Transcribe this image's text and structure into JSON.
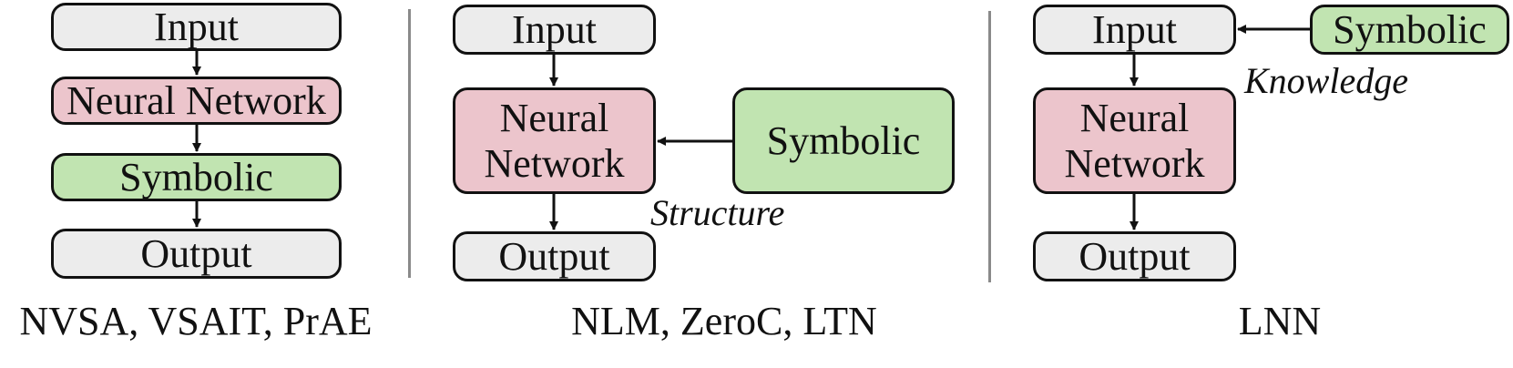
{
  "panels": [
    {
      "boxes": {
        "input": "Input",
        "neural": "Neural Network",
        "symbolic": "Symbolic",
        "output": "Output"
      },
      "caption": "NVSA, VSAIT, PrAE"
    },
    {
      "boxes": {
        "input": "Input",
        "neural_line1": "Neural",
        "neural_line2": "Network",
        "symbolic": "Symbolic",
        "output": "Output"
      },
      "edge_label": "Structure",
      "caption": "NLM, ZeroC, LTN"
    },
    {
      "boxes": {
        "input": "Input",
        "neural_line1": "Neural",
        "neural_line2": "Network",
        "symbolic": "Symbolic",
        "output": "Output"
      },
      "edge_label": "Knowledge",
      "caption": "LNN"
    }
  ],
  "colors": {
    "gray_fill": "#ececec",
    "neural_fill": "#ecc5cc",
    "symbolic_fill": "#c1e4b1",
    "divider": "#8a8a8a"
  }
}
